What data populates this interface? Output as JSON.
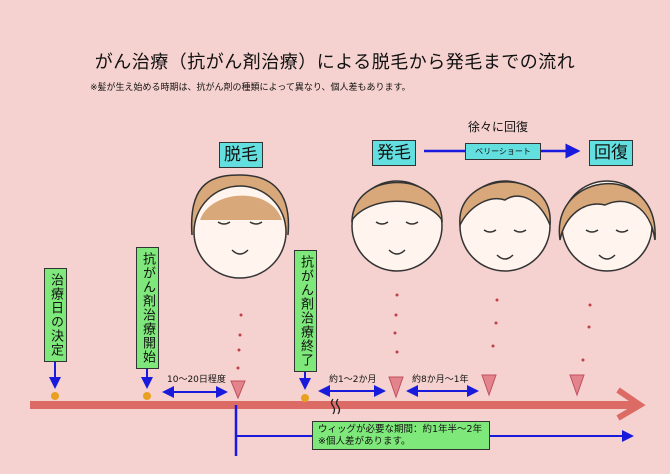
{
  "title": "がん治療（抗がん剤治療）による脱毛から発毛までの流れ",
  "subtitle": "※髪が生え始める時期は、抗がん剤の種類によって異なり、個人差もあります。",
  "stages": {
    "hair_loss": "脱毛",
    "regrowth": "発毛",
    "recovery": "回復",
    "gradual": "徐々に回復",
    "very_short": "ベリーショート"
  },
  "milestones": [
    "治療日の決定",
    "抗がん剤治療開始",
    "抗がん剤治療終了"
  ],
  "intervals": [
    "10〜20日程度",
    "約1〜2か月",
    "約8か月〜1年"
  ],
  "wig": {
    "line1": "ウィッグが必要な期間：約1年半〜2年",
    "line2": "※個人差があります。"
  },
  "colors": {
    "background": "#f5d2cf",
    "timeline": "#dc6b66",
    "arrows": "#1a1adc",
    "stage_box": "#63dfe0",
    "label_box": "#7fe87a"
  }
}
